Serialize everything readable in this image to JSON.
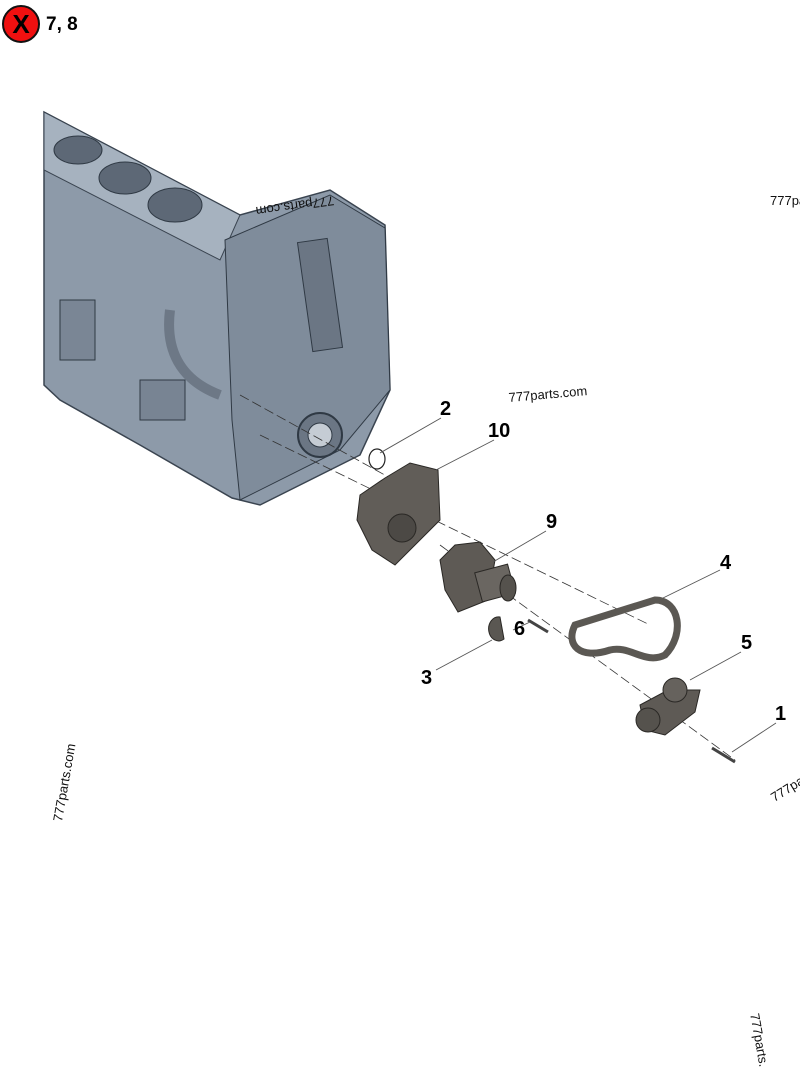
{
  "header": {
    "badge_icon": "red-x-circle-icon",
    "badge_symbol": "X",
    "badge_color": "#f01010",
    "badge_refs": "7, 8"
  },
  "callouts": [
    "2",
    "10",
    "9",
    "4",
    "5",
    "1",
    "6",
    "3"
  ],
  "watermarks": [
    "777parts.com",
    "777pa",
    "777parts.com",
    "777pa",
    "777parts.com",
    "777parts.com"
  ],
  "colors": {
    "engine": "#8a97a6",
    "parts": "#5d5a55"
  }
}
